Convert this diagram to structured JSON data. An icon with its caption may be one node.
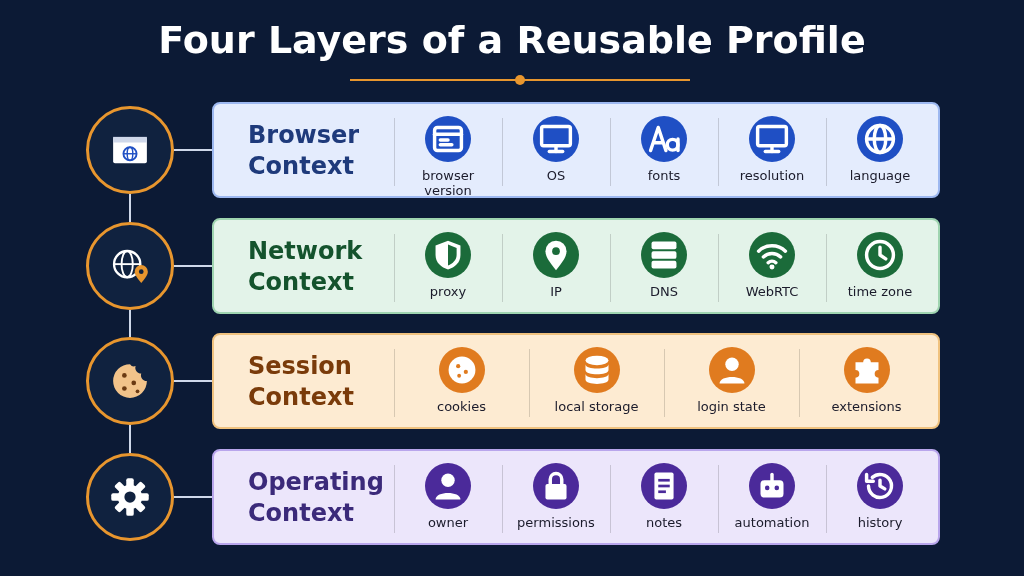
{
  "diagram": {
    "title": "Four Layers of a Reusable Profile",
    "nodes": [
      {
        "text": [],
        "shape": "circle"
      },
      {
        "text": [
          "Browser Context"
        ]
      },
      {
        "text": [
          "browser version"
        ],
        "in": 1
      },
      {
        "text": [
          "OS"
        ],
        "in": 1
      },
      {
        "text": [
          "fonts"
        ],
        "in": 1
      },
      {
        "text": [
          "resolution"
        ],
        "in": 1
      },
      {
        "text": [
          "language"
        ],
        "in": 1
      },
      {
        "text": [],
        "shape": "circle"
      },
      {
        "text": [
          "Network Context"
        ]
      },
      {
        "text": [
          "proxy"
        ],
        "in": 8
      },
      {
        "text": [
          "IP"
        ],
        "in": 8
      },
      {
        "text": [
          "DNS"
        ],
        "in": 8
      },
      {
        "text": [
          "WebRTC"
        ],
        "in": 8
      },
      {
        "text": [
          "time zone"
        ],
        "in": 8
      },
      {
        "text": [],
        "shape": "circle"
      },
      {
        "text": [
          "Session Context"
        ]
      },
      {
        "text": [
          "cookies"
        ],
        "in": 15
      },
      {
        "text": [
          "local storage"
        ],
        "in": 15
      },
      {
        "text": [
          "login state"
        ],
        "in": 15
      },
      {
        "text": [
          "extensions"
        ],
        "in": 15
      },
      {
        "text": [],
        "shape": "circle"
      },
      {
        "text": [
          "Operating Context"
        ]
      },
      {
        "text": [
          "owner"
        ],
        "in": 21
      },
      {
        "text": [
          "permissions"
        ],
        "in": 21
      },
      {
        "text": [
          "notes"
        ],
        "in": 21
      },
      {
        "text": [
          "automation"
        ],
        "in": 21
      },
      {
        "text": [
          "history"
        ],
        "in": 21
      }
    ],
    "edges": [
      {
        "from": 0,
        "to": 1,
        "arrow": "none"
      },
      {
        "from": 0,
        "to": 7,
        "arrow": "none"
      },
      {
        "from": 7,
        "to": 8,
        "arrow": "none"
      },
      {
        "from": 7,
        "to": 14,
        "arrow": "none"
      },
      {
        "from": 14,
        "to": 15,
        "arrow": "none"
      },
      {
        "from": 14,
        "to": 20,
        "arrow": "none"
      },
      {
        "from": 20,
        "to": 21,
        "arrow": "none"
      }
    ]
  }
}
